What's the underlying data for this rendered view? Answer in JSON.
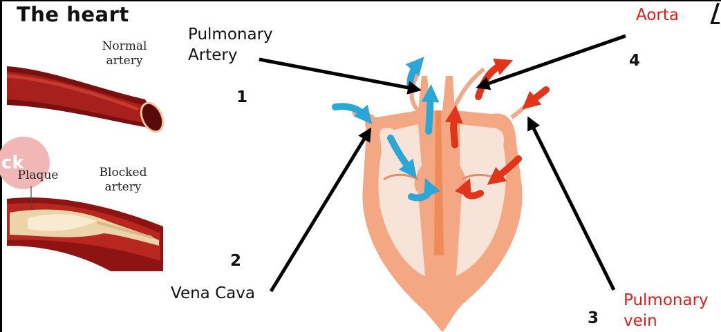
{
  "title": "The heart",
  "corner_glyph": "/",
  "artery_panel": {
    "normal_label": "Normal\nartery",
    "blocked_label": "Blocked\nartery",
    "plaque_label": "Plaque",
    "logo_fragment": "ck"
  },
  "labels": {
    "pulmonary_artery": "Pulmonary\nArtery",
    "vena_cava": "Vena Cava",
    "aorta": "Aorta",
    "pulmonary_vein": "Pulmonary\nvein"
  },
  "numbers": {
    "pulmonary_artery": "1",
    "vena_cava": "2",
    "pulmonary_vein": "3",
    "aorta": "4"
  },
  "colors": {
    "oxygen_poor_arrow": "#2aa7d6",
    "oxygen_rich_arrow": "#e0341b",
    "label_highlight": "#e01b1b",
    "heart_wall": "#f4a783",
    "heart_chamber": "#f7e3d8",
    "artery_wall": "#8e1414"
  }
}
